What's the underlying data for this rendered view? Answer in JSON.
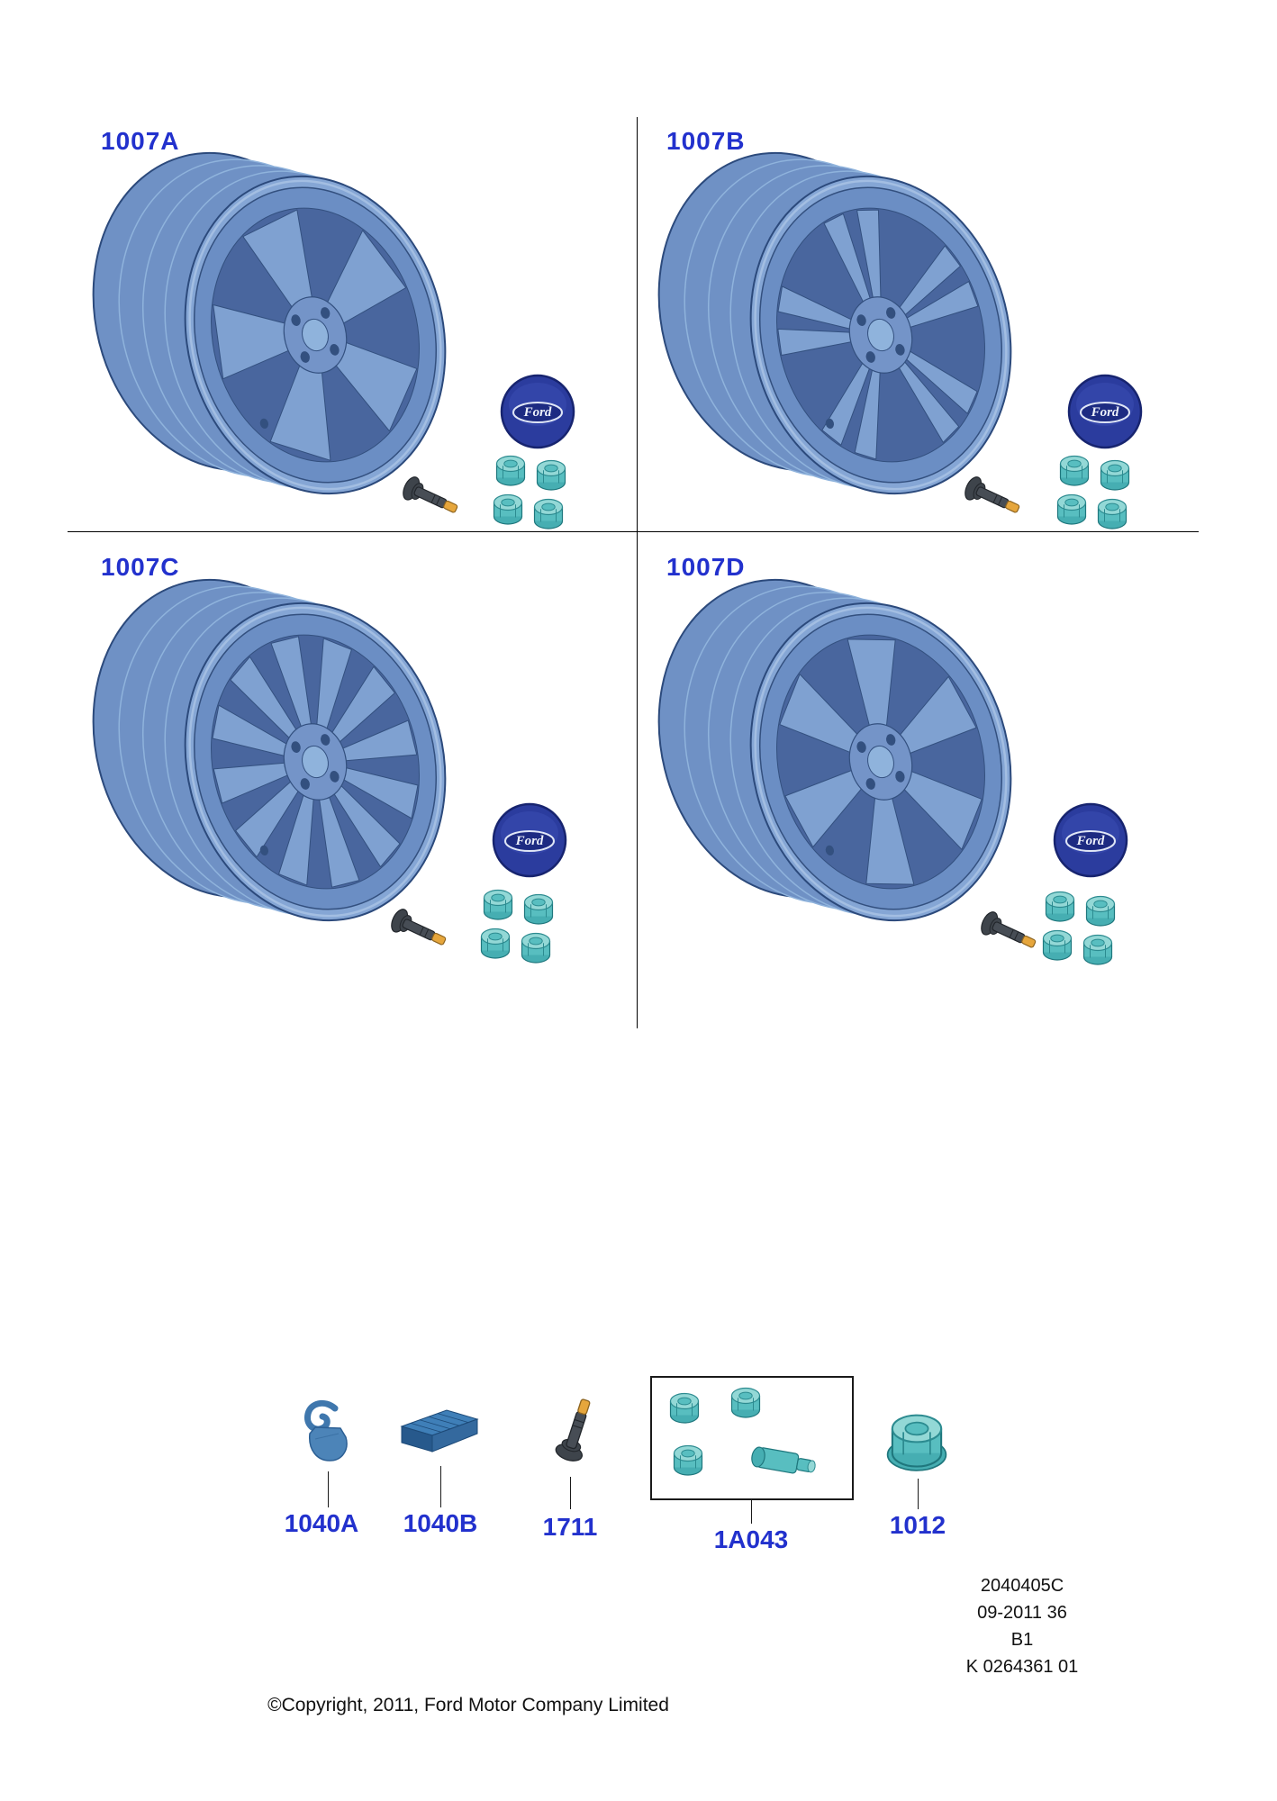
{
  "quadrants": [
    {
      "label": "1007A",
      "wheel_style": "five-spoke"
    },
    {
      "label": "1007B",
      "wheel_style": "split-five-spoke"
    },
    {
      "label": "1007C",
      "wheel_style": "multi-spoke"
    },
    {
      "label": "1007D",
      "wheel_style": "six-spoke"
    }
  ],
  "center_cap": {
    "brand": "Ford"
  },
  "bottom_parts": [
    {
      "label": "1040A",
      "kind": "clip-on-balance-weight"
    },
    {
      "label": "1040B",
      "kind": "adhesive-balance-weight"
    },
    {
      "label": "1711",
      "kind": "valve-stem"
    },
    {
      "label": "1A043",
      "kind": "locking-wheel-nut-kit",
      "boxed": true
    },
    {
      "label": "1012",
      "kind": "wheel-nut"
    }
  ],
  "footer": {
    "lines": [
      "2040405C",
      "09-2011 36",
      "B1",
      "K 0264361 01"
    ],
    "copyright": "©Copyright, 2011, Ford Motor Company Limited"
  },
  "colors": {
    "label_blue": "#2231cd",
    "line_black": "#1a1a1a",
    "text_black": "#111111",
    "wheel": {
      "face": "#85a6d5",
      "mid": "#6f91c5",
      "spoke": "#7fa1d1",
      "dish": "#6b8ec4",
      "interior": "#49669e",
      "hub": "#7494c8",
      "band": "#8fb3dc",
      "highlight": "#bcd2ec",
      "outline": "#2c4a7c",
      "accent": "#33507f"
    },
    "cap": {
      "body": "#2b3c9e",
      "edge": "#17246f",
      "highlight": "#3c4eb4",
      "oval_fill": "#1d2b82",
      "oval_stroke": "#dfe6f6",
      "text": "#eef2fb"
    },
    "nut": {
      "top": "#93d8d6",
      "body": "#58bec0",
      "base": "#46aeb2",
      "outline": "#1f777d",
      "line": "#2c8b90"
    },
    "valve": {
      "body": "#474d55",
      "base": "#3e444b",
      "dark": "#22262b",
      "tip": "#e6a63c",
      "tip_edge": "#8d6420"
    },
    "weight": {
      "light": "#4c84b8",
      "mid": "#3f77ad",
      "dark": "#2c5f94",
      "top": "#3f7fb8",
      "front": "#27598c",
      "side": "#34699e",
      "line": "#1d4a78"
    }
  }
}
